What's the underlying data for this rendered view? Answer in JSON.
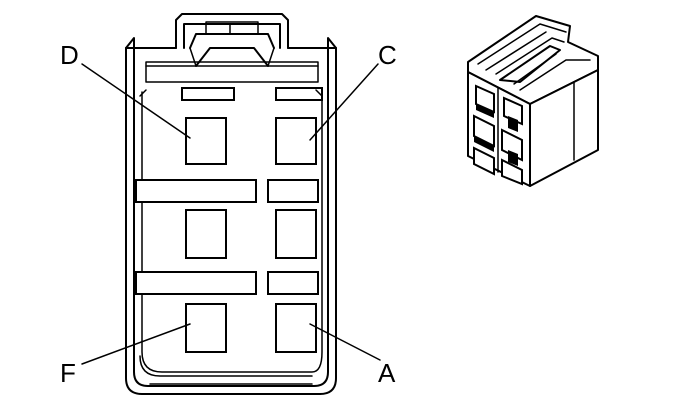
{
  "labels": {
    "d": "D",
    "c": "C",
    "f": "F",
    "a": "A"
  }
}
